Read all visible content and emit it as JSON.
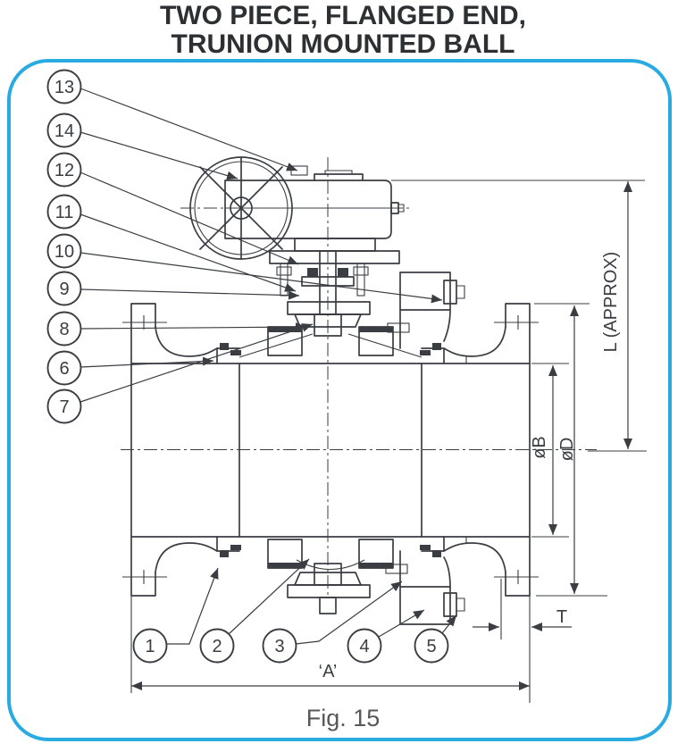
{
  "title": {
    "line1": "TWO PIECE, FLANGED END,",
    "line2": "TRUNION MOUNTED BALL"
  },
  "figure": {
    "caption": "Fig. 15"
  },
  "callouts": {
    "left": [
      {
        "num": "13"
      },
      {
        "num": "14"
      },
      {
        "num": "12"
      },
      {
        "num": "11"
      },
      {
        "num": "10"
      },
      {
        "num": "9"
      },
      {
        "num": "8"
      },
      {
        "num": "6"
      },
      {
        "num": "7"
      }
    ],
    "bottom": [
      {
        "num": "1"
      },
      {
        "num": "2"
      },
      {
        "num": "3"
      },
      {
        "num": "4"
      },
      {
        "num": "5"
      }
    ]
  },
  "dimensions": {
    "length": "L (APPROX)",
    "bore": "øB",
    "flange_od": "øD",
    "flange_thickness": "T",
    "face_to_face": "‘A’"
  },
  "colors": {
    "border": "#29abe2",
    "line": "#3a3d42",
    "title_text": "#2d3033",
    "caption_text": "#57585a"
  }
}
